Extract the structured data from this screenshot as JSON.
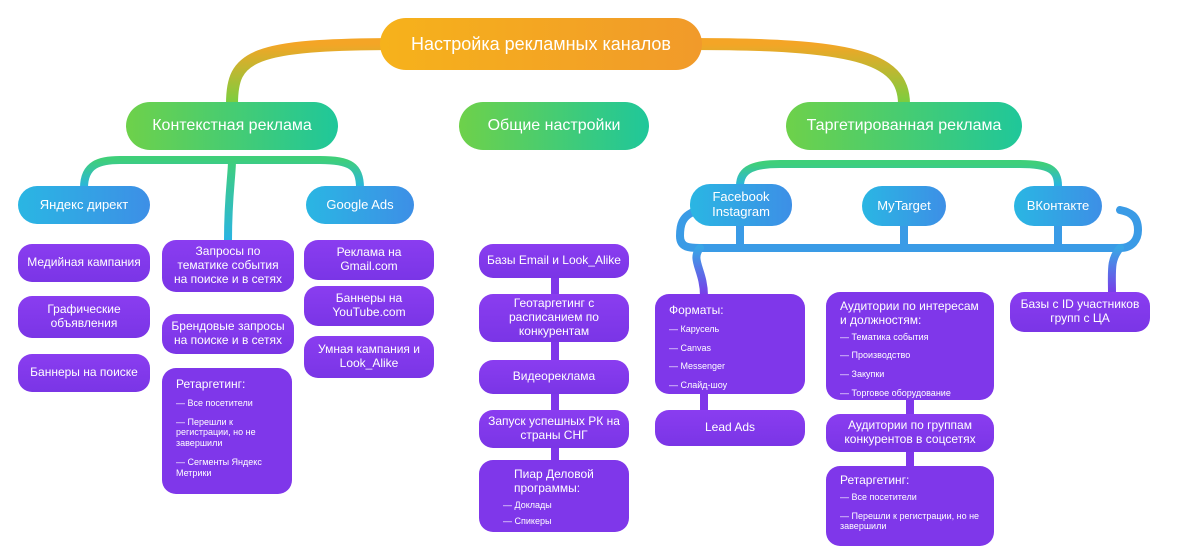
{
  "root": "Настройка рекламных каналов",
  "branches": {
    "context": "Контекстная реклама",
    "general": "Общие настройки",
    "targeted": "Таргетированная реклама"
  },
  "context": {
    "yandex": {
      "title": "Яндекс директ",
      "items": [
        "Медийная кампания",
        "Графические объявления",
        "Баннеры на поиске"
      ]
    },
    "middle": {
      "queries": "Запросы по тематике события на поиске и в сетях",
      "brand": "Брендовые запросы на поиске и в сетях",
      "retargeting": {
        "title": "Ретаргетинг:",
        "items": [
          "Все посетители",
          "Перешли к регистрации, но не завершили",
          "Сегменты Яндекс Метрики"
        ]
      }
    },
    "google": {
      "title": "Google Ads",
      "items": [
        "Реклама на Gmail.com",
        "Баннеры на YouTube.com",
        "Умная кампания и Look_Alike"
      ]
    }
  },
  "general": {
    "items": [
      "Базы Email и Look_Alike",
      "Геотаргетинг с расписанием по конкурентам",
      "Видеореклама",
      "Запуск успешных РК на страны СНГ"
    ],
    "pr": {
      "title": "Пиар Деловой программы:",
      "items": [
        "Доклады",
        "Спикеры"
      ]
    }
  },
  "targeted": {
    "facebook": {
      "title": "Facebook Instagram",
      "formats": {
        "title": "Форматы:",
        "items": [
          "Карусель",
          "Canvas",
          "Messenger",
          "Слайд-шоу"
        ]
      },
      "lead": "Lead Ads"
    },
    "mytarget": {
      "title": "MyTarget",
      "audiences": {
        "title": "Аудитории по интересам и должностям:",
        "items": [
          "Тематика события",
          "Производство",
          "Закупки",
          "Торговое оборудование"
        ]
      },
      "competitors": "Аудитории по группам конкурентов в соцсетях",
      "retargeting": {
        "title": "Ретаргетинг:",
        "items": [
          "Все посетители",
          "Перешли к регистрации, но не завершили"
        ]
      }
    },
    "vk": {
      "title": "ВКонтакте",
      "bases": "Базы с ID участников групп с ЦА"
    }
  },
  "colors": {
    "root": "#f6a623",
    "level1": "#3cc877",
    "level2": "#2aa6e6",
    "leaf": "#7f37ea"
  }
}
